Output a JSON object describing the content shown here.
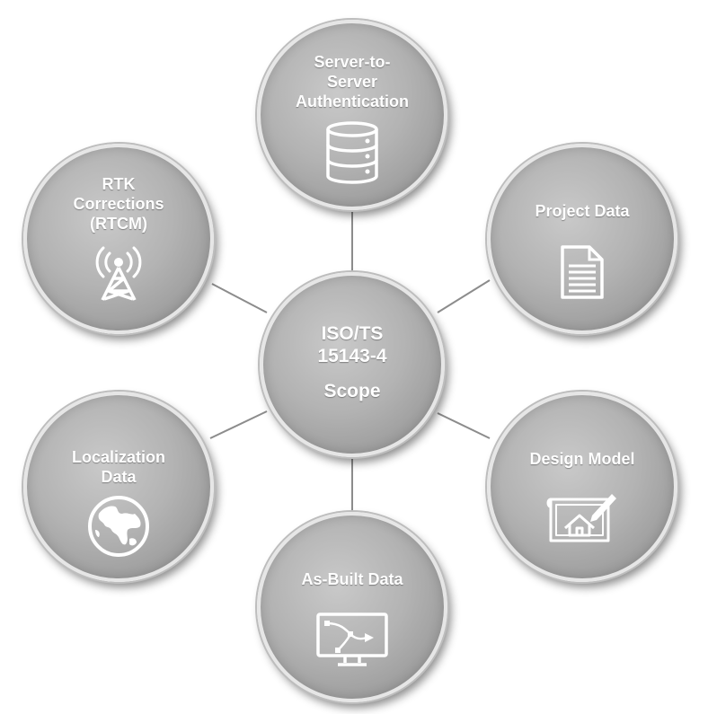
{
  "center": {
    "title": "ISO/TS\n15143-4",
    "subtitle": "Scope"
  },
  "nodes": [
    {
      "id": "server",
      "label": "Server-to-\nServer\nAuthentication",
      "icon": "database-icon"
    },
    {
      "id": "project",
      "label": "Project Data",
      "icon": "document-icon"
    },
    {
      "id": "design",
      "label": "Design Model",
      "icon": "blueprint-house-icon"
    },
    {
      "id": "asbuilt",
      "label": "As-Built Data",
      "icon": "monitor-path-icon"
    },
    {
      "id": "local",
      "label": "Localization\nData",
      "icon": "globe-icon"
    },
    {
      "id": "rtk",
      "label": "RTK\nCorrections\n(RTCM)",
      "icon": "antenna-tower-icon"
    }
  ],
  "colors": {
    "node_fill": "#b3b3b3",
    "border": "#e6e6e6",
    "connector": "#8c8c8c",
    "text": "#ffffff"
  }
}
